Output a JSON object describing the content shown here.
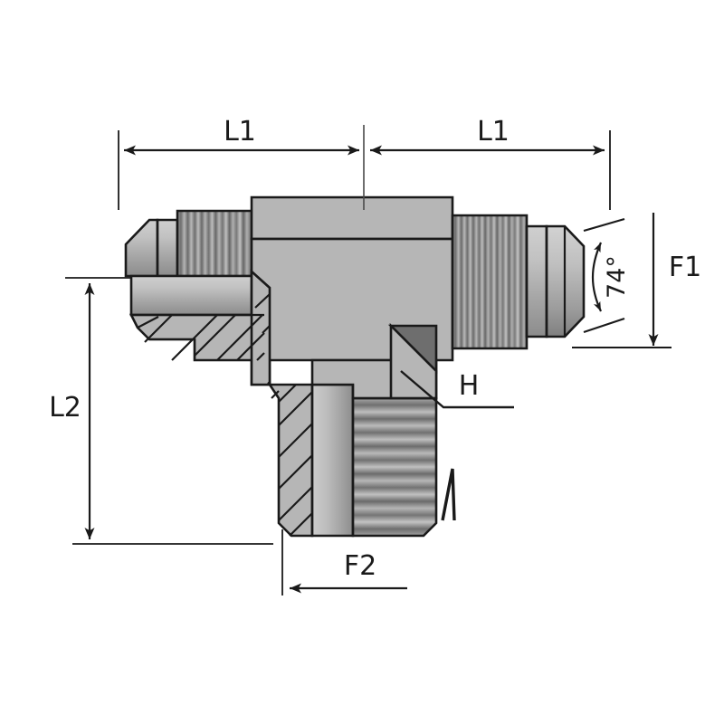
{
  "drawing": {
    "title": "JIC Male Run Tee Fitting - Dimensioned Technical Drawing",
    "background_color": "#ffffff",
    "line_color": "#1a1a1a",
    "body_fill": "#b3b3b3",
    "body_fill_light": "#c4c4c4",
    "body_fill_dark": "#8f8f8f",
    "thread_fill": "#9a9a9a",
    "label_color": "#1a1a1a"
  },
  "dimensions": {
    "l1_left": {
      "label": "L1",
      "orientation": "horizontal",
      "arrow_style": "double-ended"
    },
    "l1_right": {
      "label": "L1",
      "orientation": "horizontal",
      "arrow_style": "double-ended"
    },
    "l2": {
      "label": "L2",
      "orientation": "vertical",
      "arrow_style": "double-ended"
    },
    "f1": {
      "label": "F1",
      "orientation": "vertical",
      "arrow_style": "single-ended-down"
    },
    "f2": {
      "label": "F2",
      "orientation": "horizontal",
      "arrow_style": "single-ended-left"
    },
    "h": {
      "label": "H",
      "orientation": "leader",
      "arrow_style": "leader-line"
    },
    "flare_angle": {
      "label": "74°",
      "value": 74,
      "unit": "degrees",
      "orientation": "rotated-vertical",
      "arrow_style": "arc-double-ended"
    }
  },
  "marks": {
    "surface_finish": "surface-finish-mark"
  }
}
